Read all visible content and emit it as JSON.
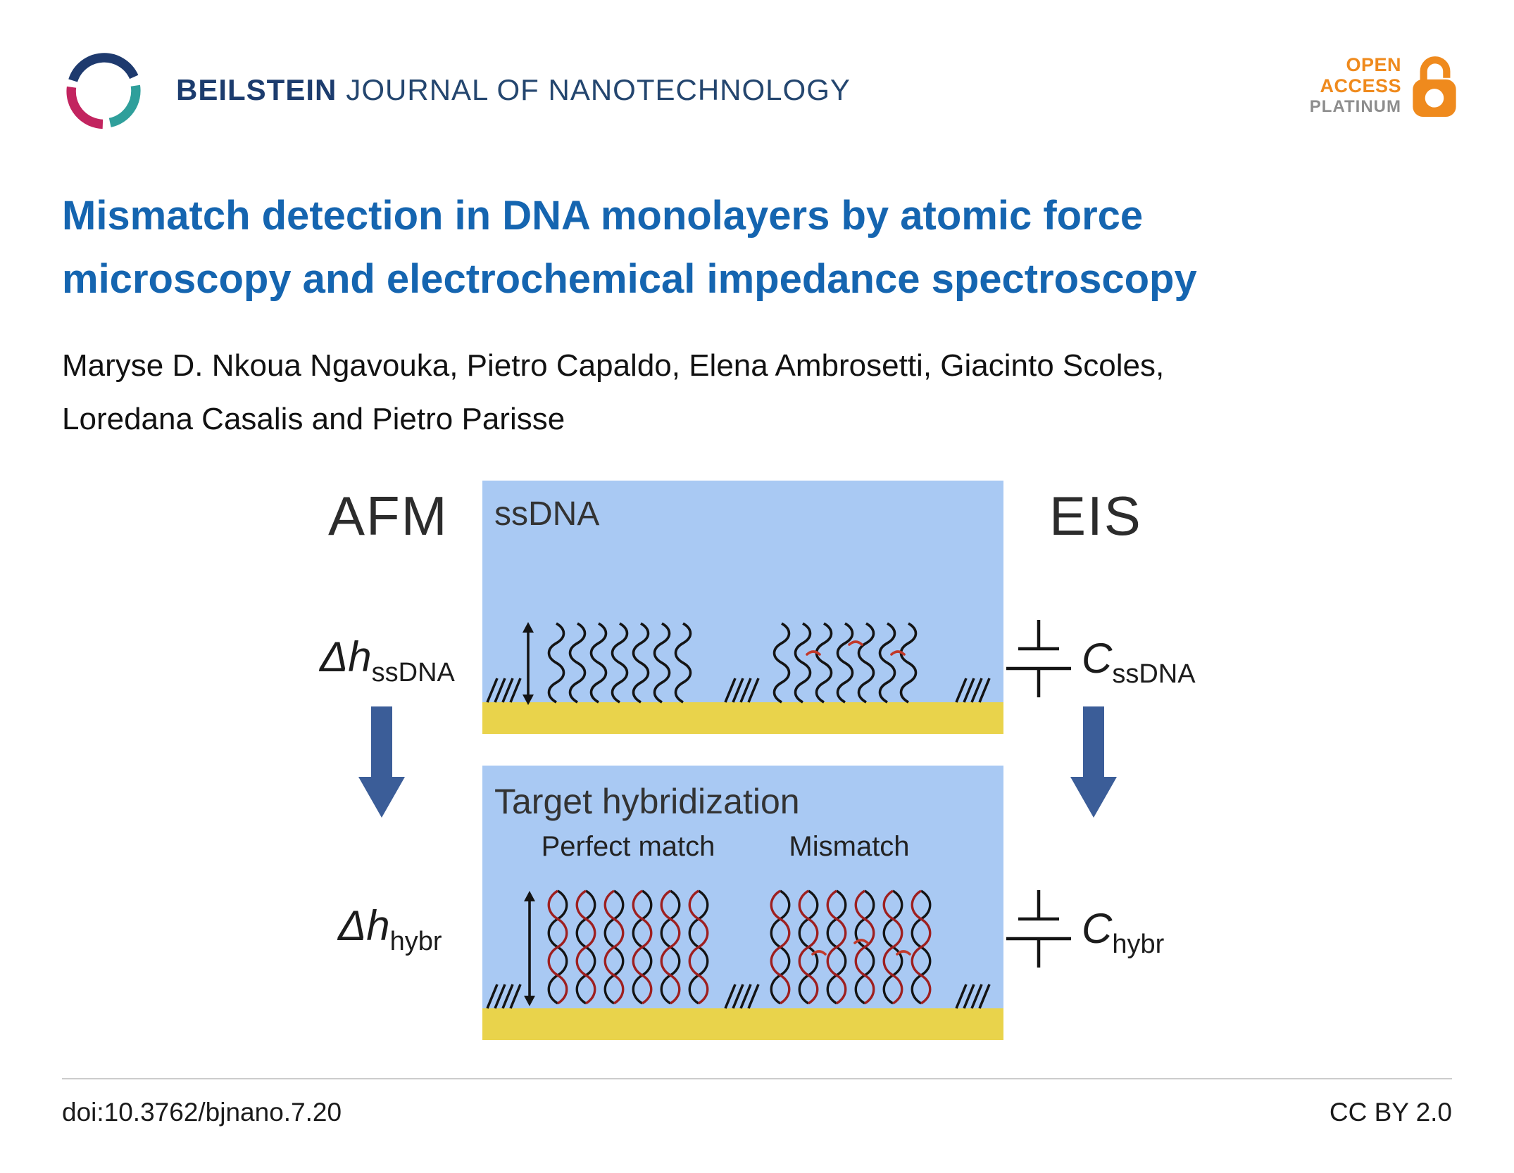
{
  "header": {
    "journal_name_bold": "BEILSTEIN",
    "journal_name_rest": "JOURNAL OF NANOTECHNOLOGY",
    "badge": {
      "line1": "OPEN",
      "line2": "ACCESS",
      "line3": "PLATINUM"
    }
  },
  "article": {
    "title_line1": "Mismatch detection in DNA monolayers by atomic force",
    "title_line2": "microscopy and electrochemical impedance spectroscopy",
    "authors_line1": "Maryse D. Nkoua Ngavouka, Pietro Capaldo, Elena Ambrosetti, Giacinto Scoles,",
    "authors_line2": "Loredana Casalis and Pietro Parisse"
  },
  "figure": {
    "method_left": "AFM",
    "method_right": "EIS",
    "top_panel": {
      "title": "ssDNA",
      "height_label": "Δh",
      "height_sub": "ssDNA",
      "capacitance_label": "C",
      "capacitance_sub": "ssDNA"
    },
    "bottom_panel": {
      "title": "Target hybridization",
      "left_group_label": "Perfect match",
      "right_group_label": "Mismatch",
      "height_label": "Δh",
      "height_sub": "hybr",
      "capacitance_label": "C",
      "capacitance_sub": "hybr"
    }
  },
  "footer": {
    "doi": "doi:10.3762/bjnano.7.20",
    "license": "CC BY 2.0"
  },
  "colors": {
    "title_blue": "#1565b0",
    "journal_navy": "#1c3c6e",
    "panel_blue": "#a9c9f3",
    "gold_substrate": "#e9d34b",
    "arrow_blue": "#3b5d98",
    "open_access_orange": "#ef8a1d",
    "platinum_gray": "#8d8d8d",
    "helix_red": "#9e1f1f"
  }
}
